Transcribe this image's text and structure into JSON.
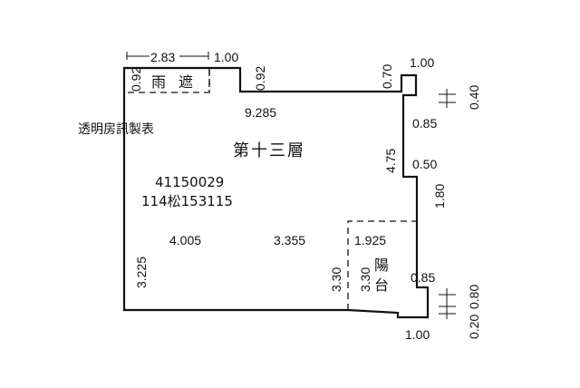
{
  "watermark": "透明房訊製表",
  "floor_label": "第十三層",
  "ids": {
    "line1": "41150029",
    "line2": "114松153115"
  },
  "areas": {
    "canopy": "雨遮",
    "balcony_char1": "陽",
    "balcony_char2": "台"
  },
  "dimensions": {
    "top_283": "2.83",
    "top_100": "1.00",
    "canopy_092": "0.92",
    "canopy_092_right": "0.92",
    "top_length": "9.285",
    "step_070": "0.70",
    "corner_100_top": "1.00",
    "right_040": "0.40",
    "right_085_top": "0.85",
    "right_475": "4.75",
    "right_050": "0.50",
    "right_180": "1.80",
    "room_4005": "4.005",
    "room_3355": "3.355",
    "balcony_1925": "1.925",
    "balcony_330_a": "3.30",
    "balcony_330_b": "3.30",
    "right_085_bottom": "0.85",
    "right_080": "0.80",
    "right_020": "0.20",
    "corner_100_bottom": "1.00",
    "left_3225": "3.225"
  }
}
